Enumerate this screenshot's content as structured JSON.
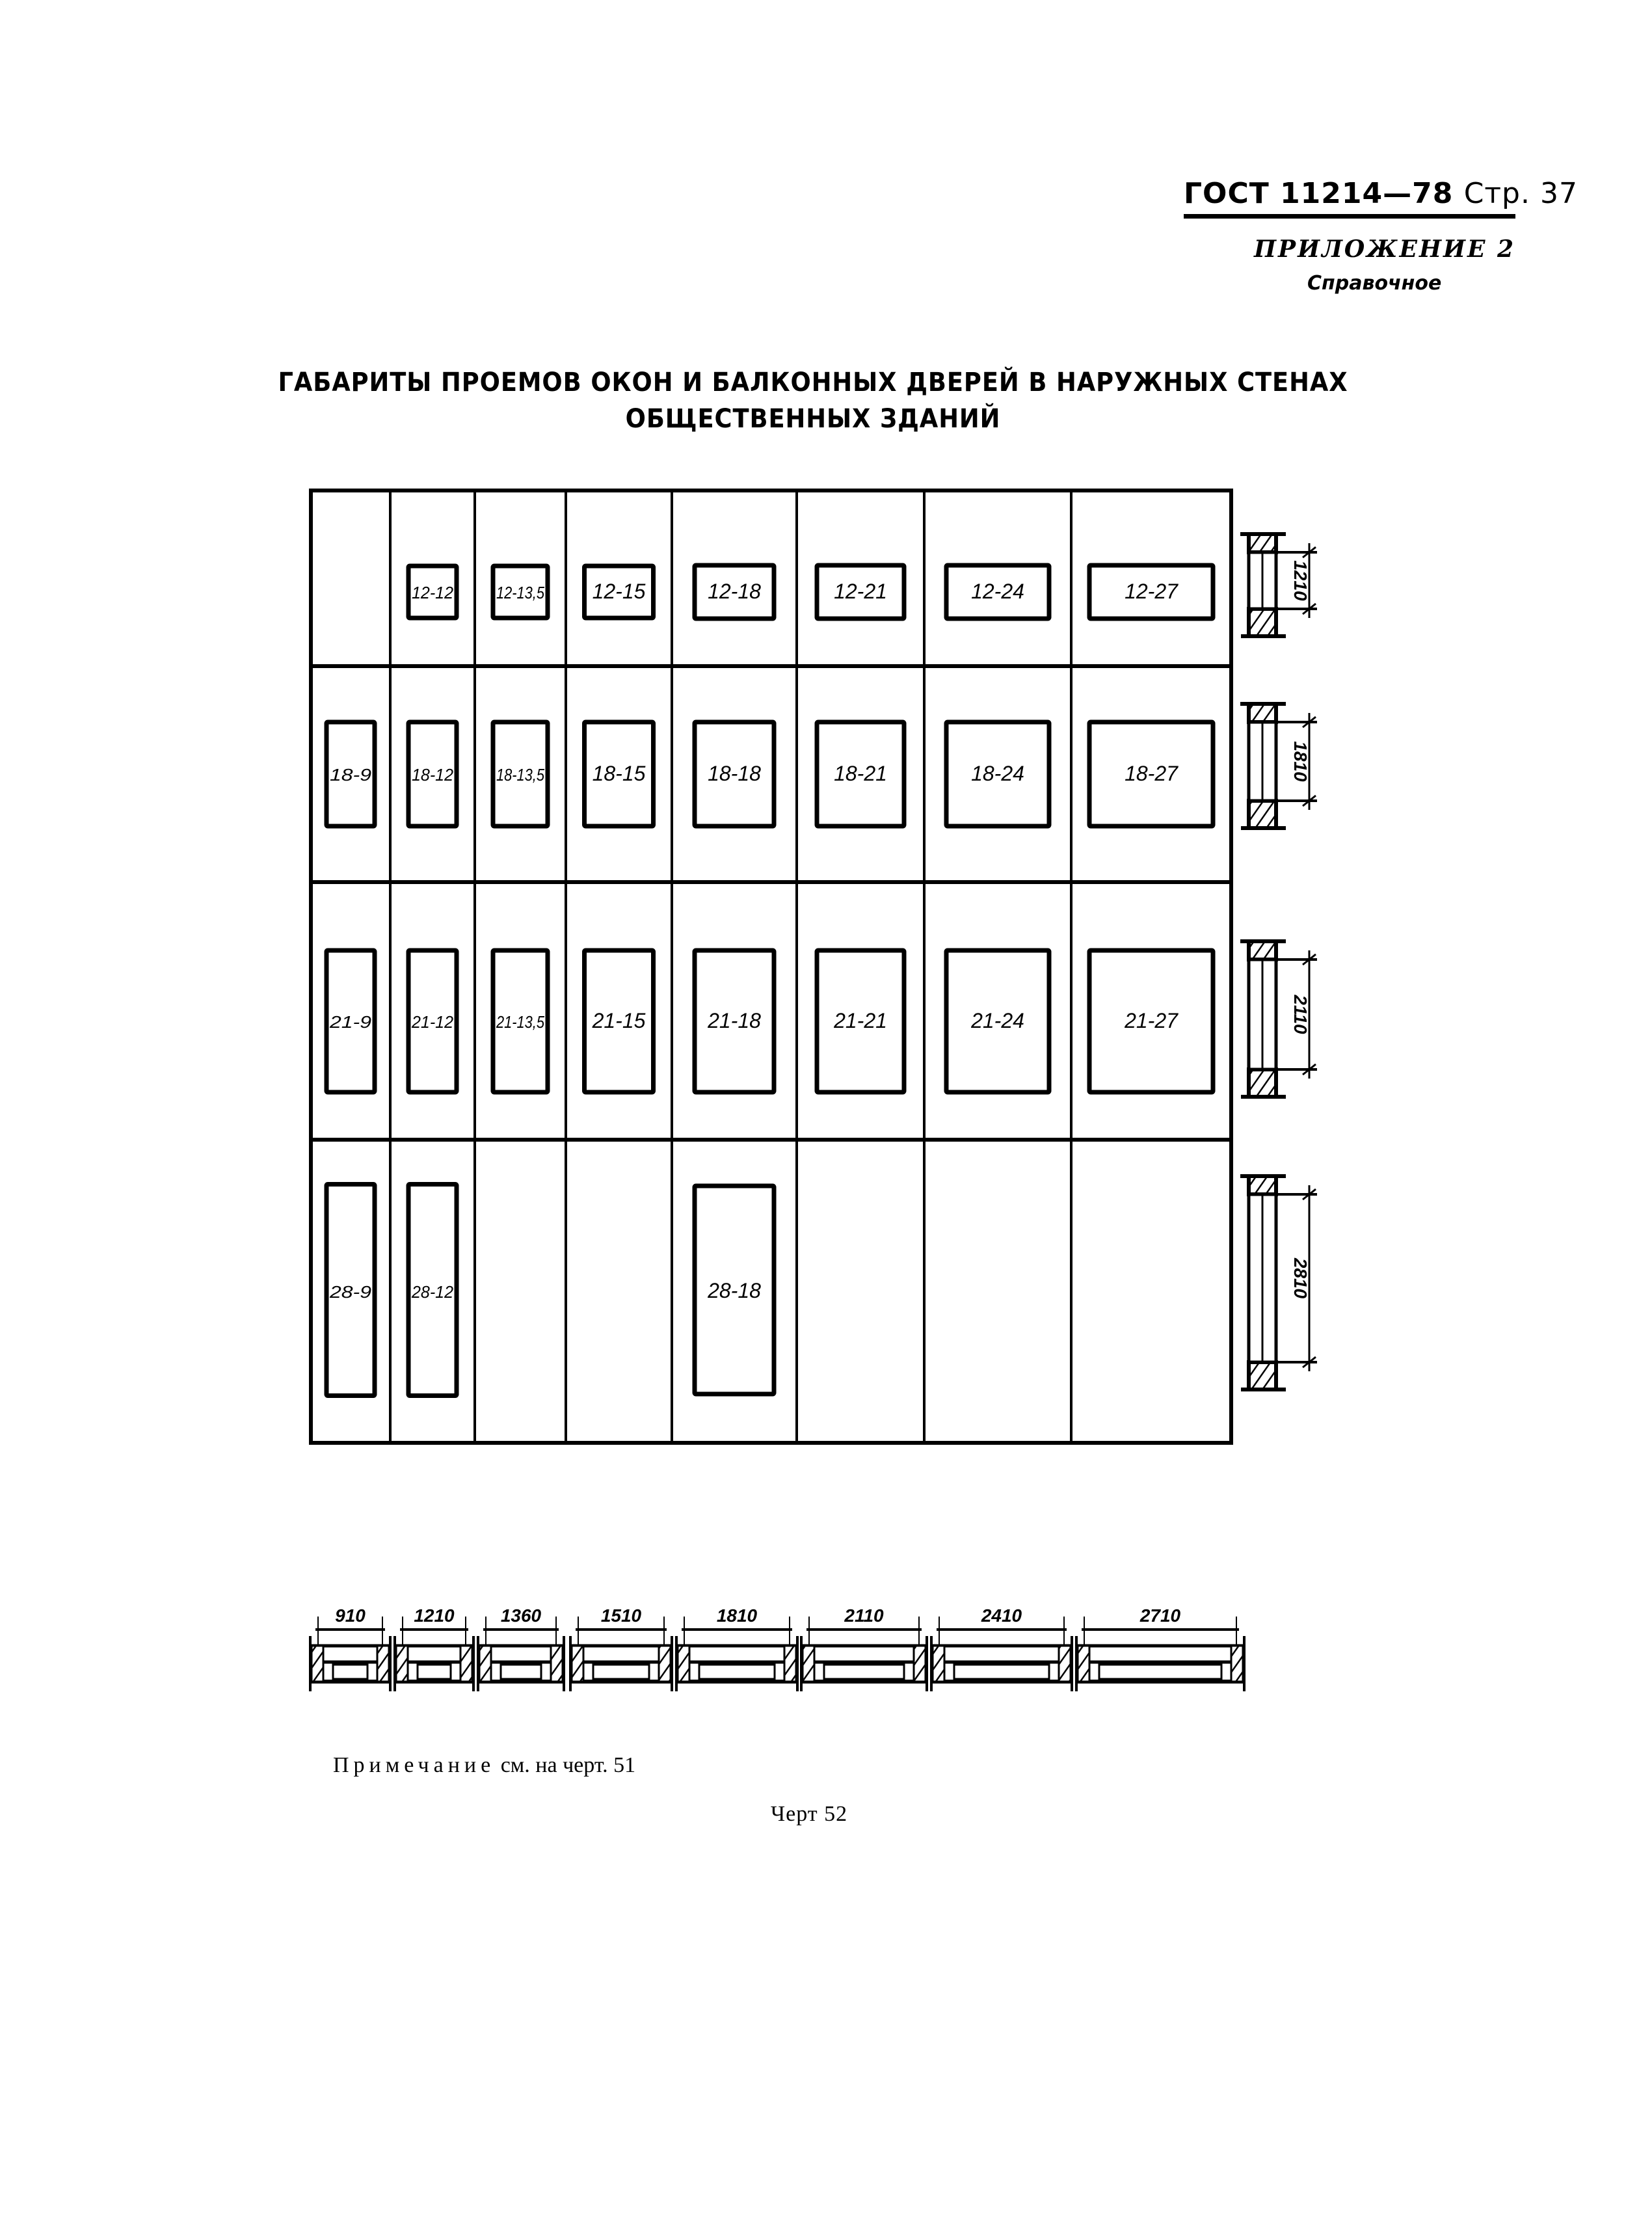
{
  "header": {
    "standard": "ГОСТ 11214—78",
    "page": "Стр. 37",
    "appendix": "ПРИЛОЖЕНИЕ 2",
    "reference": "Справочное"
  },
  "title": {
    "line1": "ГАБАРИТЫ ПРОЕМОВ ОКОН И БАЛКОННЫХ ДВЕРЕЙ В НАРУЖНЫХ  СТЕНАХ",
    "line2": "ОБЩЕСТВЕННЫХ ЗДАНИЙ"
  },
  "grid": {
    "column_widths_mm": [
      "910",
      "1210",
      "1360",
      "1510",
      "1810",
      "2110",
      "2410",
      "2710"
    ],
    "row_heights_mm": [
      "1210",
      "1810",
      "2110",
      "2810"
    ],
    "rows": [
      {
        "height": "1210",
        "cells": [
          "",
          "12-12",
          "12-13,5",
          "12-15",
          "12-18",
          "12-21",
          "12-24",
          "12-27"
        ]
      },
      {
        "height": "1810",
        "cells": [
          "18-9",
          "18-12",
          "18-13,5",
          "18-15",
          "18-18",
          "18-21",
          "18-24",
          "18-27"
        ]
      },
      {
        "height": "2110",
        "cells": [
          "21-9",
          "21-12",
          "21-13,5",
          "21-15",
          "21-18",
          "21-21",
          "21-24",
          "21-27"
        ]
      },
      {
        "height": "2810",
        "cells": [
          "28-9",
          "28-12",
          "",
          "",
          "28-18",
          "",
          "",
          ""
        ]
      }
    ]
  },
  "note": {
    "word": "Примечание",
    "rest": " см. на черт. 51"
  },
  "figure_label": "Черт  52"
}
